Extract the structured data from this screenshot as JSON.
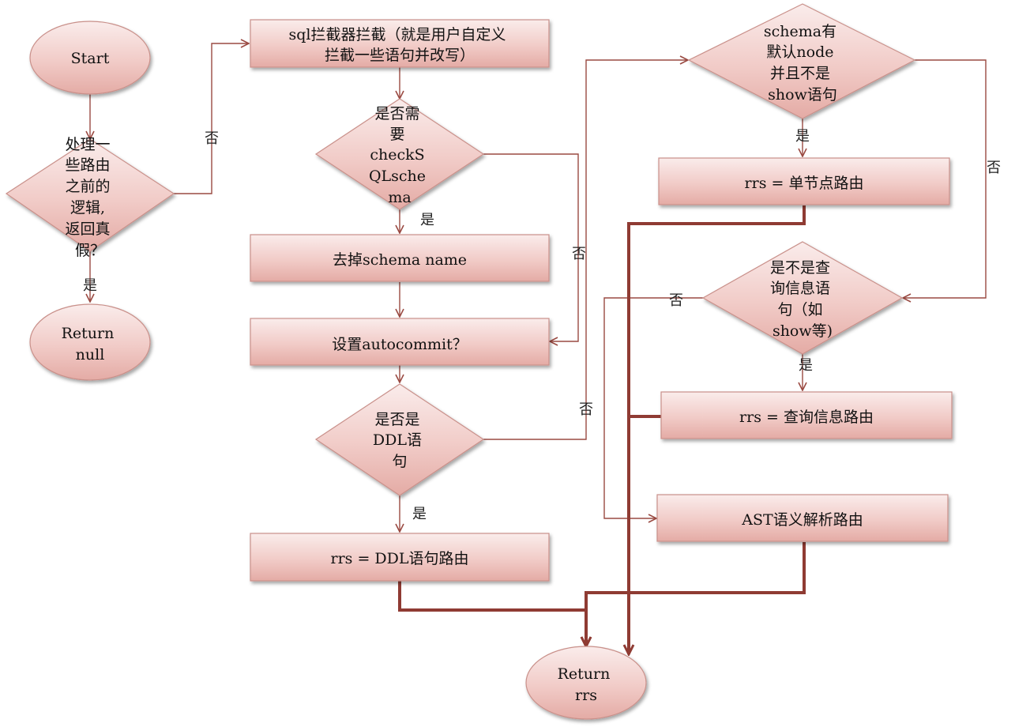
{
  "nodes": {
    "start": [
      "Start"
    ],
    "pre_route": [
      "处理一",
      "些路由",
      "之前的",
      "逻辑,",
      "返回真",
      "假？"
    ],
    "return_null": [
      "Return",
      "null"
    ],
    "sql_intercept": [
      "sql拦截器拦截（就是用户自定义",
      "拦截一些语句并改写）"
    ],
    "check_schema": [
      "是否需",
      "要",
      "checkS",
      "QLsche",
      "ma"
    ],
    "remove_schema": [
      "去掉schema name"
    ],
    "set_autocommit": [
      "设置autocommit？"
    ],
    "is_ddl": [
      "是否是",
      "DDL语",
      "句"
    ],
    "ddl_route": [
      "rrs = DDL语句路由"
    ],
    "schema_default": [
      "schema有",
      "默认node",
      "并且不是",
      "show语句"
    ],
    "single_route": [
      "rrs = 单节点路由"
    ],
    "is_query_info": [
      "是不是查",
      "询信息语",
      "句（如",
      "show等)"
    ],
    "query_info_route": [
      "rrs = 查询信息路由"
    ],
    "ast_route": [
      "AST语义解析路由"
    ],
    "return_rrs": [
      "Return",
      "rrs"
    ]
  },
  "edge_labels": {
    "pre_route_yes": "是",
    "pre_route_no": "否",
    "check_schema_yes": "是",
    "check_schema_no": "否",
    "is_ddl_yes": "是",
    "is_ddl_no": "否",
    "schema_default_yes": "是",
    "schema_default_no": "否",
    "is_query_info_yes": "是",
    "is_query_info_no": "否"
  },
  "colors": {
    "fill_light": "#faeceb",
    "fill_dark": "#e4aba5",
    "border": "#c9908a",
    "line": "#8f3b33",
    "text": "#111111"
  }
}
